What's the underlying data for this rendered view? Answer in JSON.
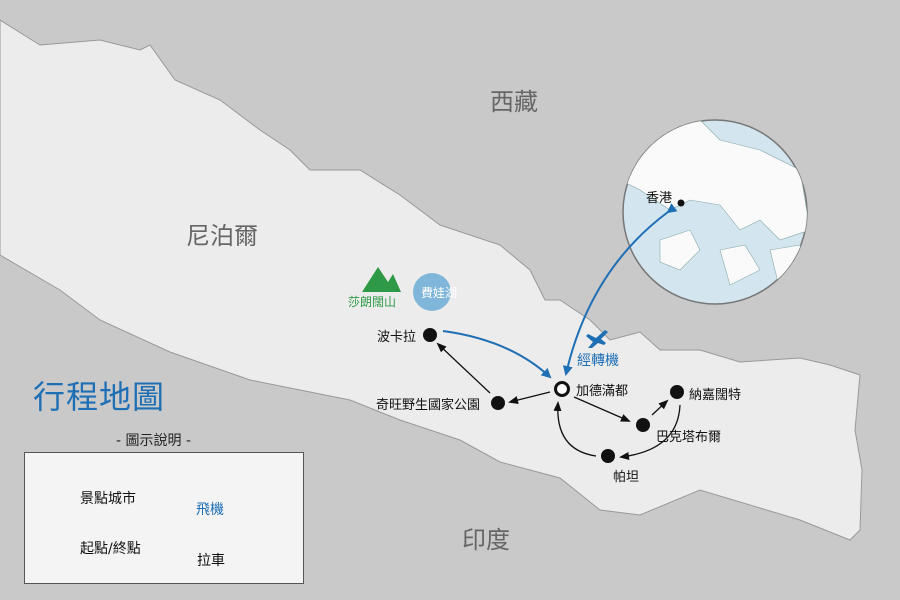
{
  "title": "行程地圖",
  "regions": {
    "tibet": "西藏",
    "nepal": "尼泊爾",
    "india": "印度"
  },
  "places": {
    "hongkong": "香港",
    "pokhara": "波卡拉",
    "kathmandu": "加德滿都",
    "chitwan": "奇旺野生國家公園",
    "bhaktapur": "巴克塔布爾",
    "nagarkot": "納嘉闊特",
    "patan": "帕坦",
    "mountain": "莎朗闊山",
    "lake": "費娃湖",
    "transfer": "經轉機"
  },
  "legend": {
    "title": "- 圖示說明 -",
    "city": "景點城市",
    "start_end": "起點/終點",
    "flight": "飛機",
    "car": "拉車"
  },
  "colors": {
    "flight": "#1f6fb5",
    "car": "#111111",
    "mountain": "#2e9a48",
    "lake": "#7fb6d9",
    "land": "#ececec",
    "outside": "#c9c9c9",
    "hk_water": "#d3e5ee"
  }
}
